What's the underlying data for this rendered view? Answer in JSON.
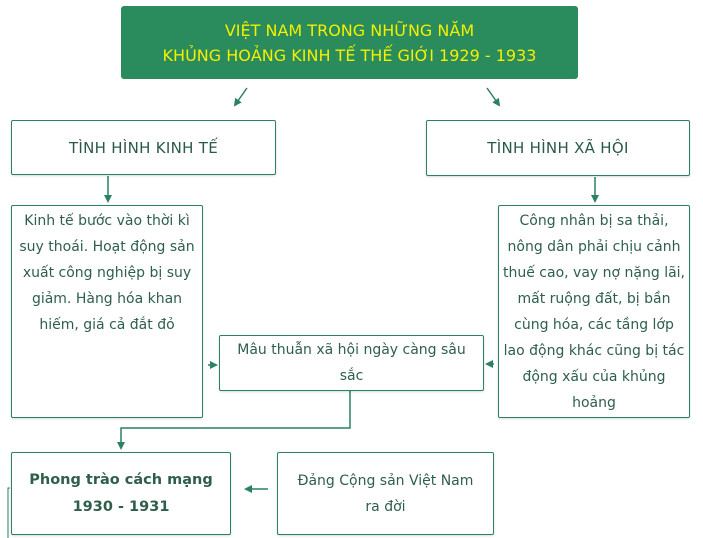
{
  "header": {
    "line1": "VIỆT NAM TRONG NHỮNG NĂM",
    "line2": "KHỦNG HOẢNG KINH TẾ THẾ GIỚI 1929 - 1933"
  },
  "economy": {
    "title": "TÌNH HÌNH KINH TẾ",
    "text": "Kinh tế bước vào thời kì suy thoái. Hoạt động sản xuất công nghiệp bị suy giảm. Hàng hóa khan hiếm, giá cả đắt đỏ"
  },
  "society": {
    "title": "TÌNH HÌNH XÃ HỘI",
    "text": "Công nhân bị sa thải, nông dân phải chịu cảnh thuế cao, vay nợ nặng lãi, mất ruộng đất, bị bần cùng hóa, các tầng lớp lao động khác cũng bị tác động xấu của khủng hoảng"
  },
  "conflict": {
    "text": "Mâu thuẫn xã hội ngày càng sâu sắc"
  },
  "movement": {
    "line1": "Phong trào cách mạng",
    "line2": "1930 - 1931"
  },
  "party": {
    "text": "Đảng Cộng sản Việt Nam ra đời"
  },
  "colors": {
    "accent": "#2a8b5d",
    "header_text": "#f3f000",
    "text": "#2f5f4a"
  }
}
